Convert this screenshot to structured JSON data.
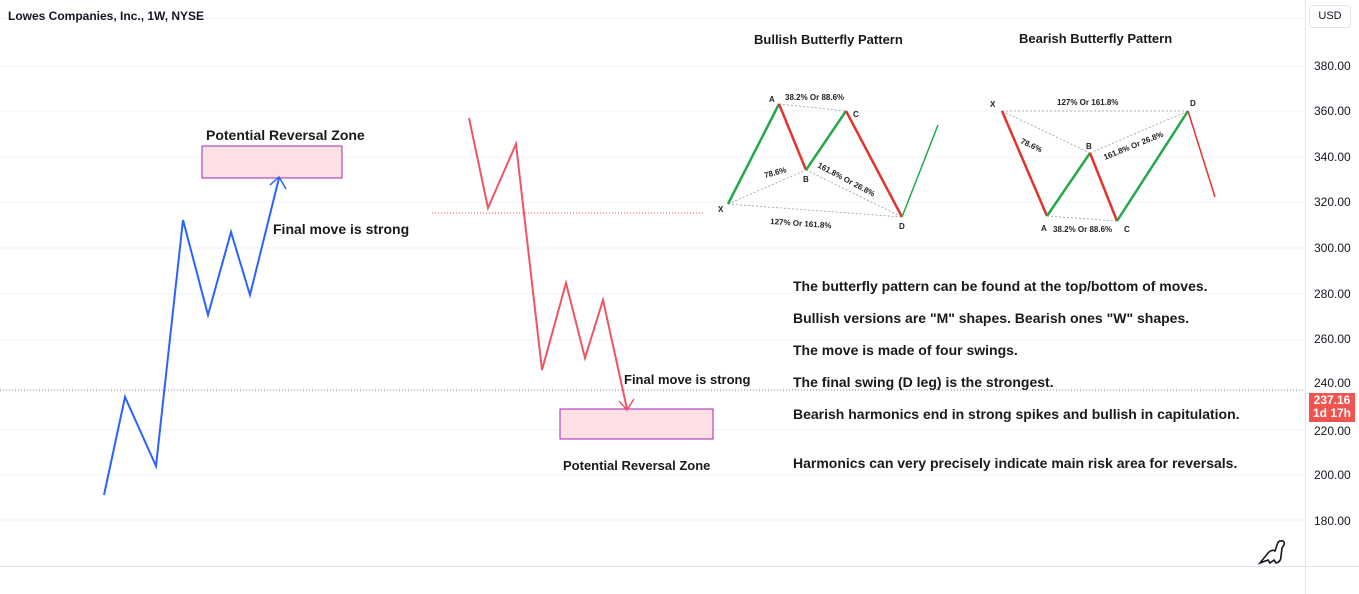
{
  "header": {
    "title": "Lowes Companies, Inc., 1W, NYSE"
  },
  "axis": {
    "currency": "USD",
    "ticks": [
      "380.00",
      "360.00",
      "340.00",
      "320.00",
      "300.00",
      "280.00",
      "260.00",
      "240.00",
      "220.00",
      "200.00",
      "180.00"
    ],
    "last_price": "237.16",
    "countdown": "1d 17h",
    "price_color": "#f05350"
  },
  "annotations": {
    "bull_zone": "Potential Reversal Zone",
    "bull_move": "Final move is strong",
    "bear_zone": "Potential Reversal Zone",
    "bear_move": "Final move is strong",
    "bull_color": "#2962ff",
    "bear_color": "#f05361",
    "zone_fill": "#fde0e4"
  },
  "diagrams": {
    "bullish": {
      "title": "Bullish Butterfly Pattern",
      "points": [
        "X",
        "A",
        "B",
        "C",
        "D"
      ],
      "xa_ratio": "78.6%",
      "ac_ratio": "38.2% Or 88.6%",
      "bd_ratio": "161.8% Or 26.8%",
      "xd_ratio": "127% Or 161.8%"
    },
    "bearish": {
      "title": "Bearish Butterfly Pattern",
      "points": [
        "X",
        "A",
        "B",
        "C",
        "D"
      ],
      "xb_ratio": "78.6%",
      "ac_ratio": "38.2% Or 88.6%",
      "bd_ratio": "161.8% Or 26.8%",
      "xd_ratio": "127% Or 161.8%"
    },
    "up_color": "#22a94a",
    "down_color": "#e5322e"
  },
  "facts": [
    "The butterfly pattern can be found at the top/bottom of moves.",
    "Bullish versions are \"M\" shapes. Bearish ones \"W\" shapes.",
    "The move is made of four swings.",
    "The final swing (D leg) is the strongest.",
    "Bearish harmonics end in strong spikes and bullish in capitulation.",
    "Harmonics can very precisely indicate main risk area for reversals."
  ],
  "icons": {
    "logo": "dinosaur-icon"
  }
}
